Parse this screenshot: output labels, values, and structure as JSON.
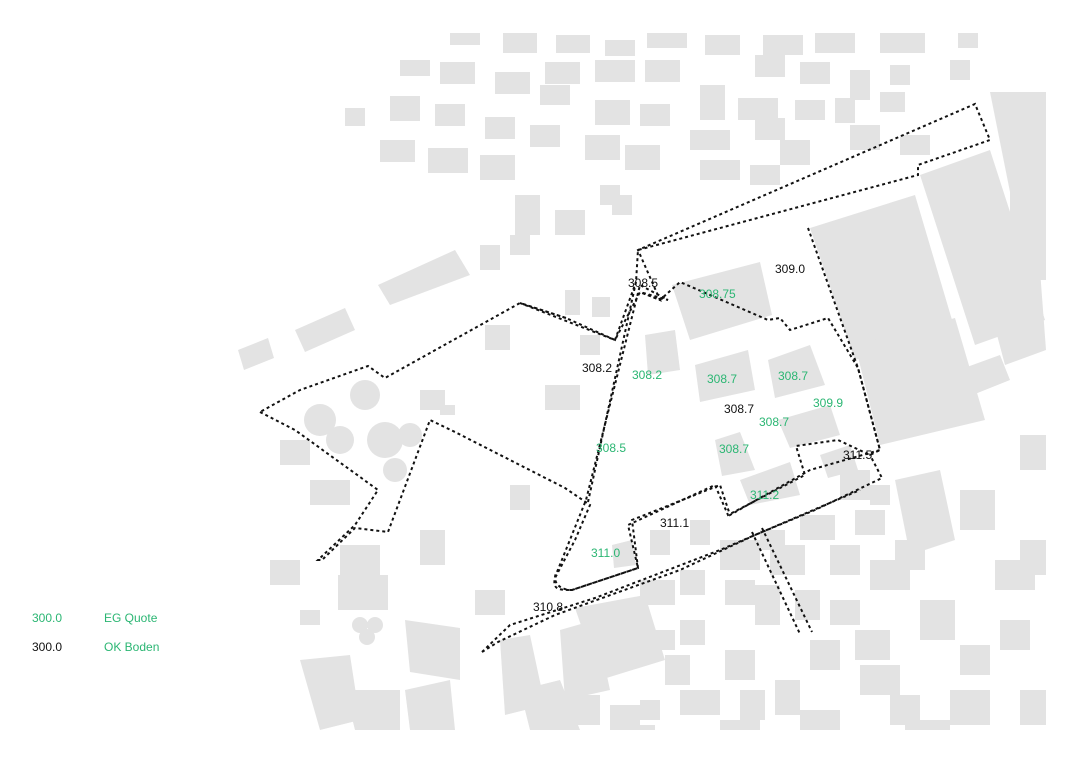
{
  "colors": {
    "eg": "#2bb673",
    "ok": "#111111",
    "building": "#e3e3e3"
  },
  "legend": [
    {
      "value": "300.0",
      "label": "EG Quote",
      "value_color": "#2bb673"
    },
    {
      "value": "300.0",
      "label": "OK Boden",
      "value_color": "#111111"
    }
  ],
  "levels_ok": [
    "308.5",
    "309.0",
    "308.2",
    "308.7",
    "311.5",
    "311.1",
    "310.8"
  ],
  "levels_eg": [
    "308.75",
    "308.2",
    "308.7",
    "308.7",
    "309.9",
    "308.7",
    "308.5",
    "308.7",
    "311.2",
    "311.0"
  ]
}
